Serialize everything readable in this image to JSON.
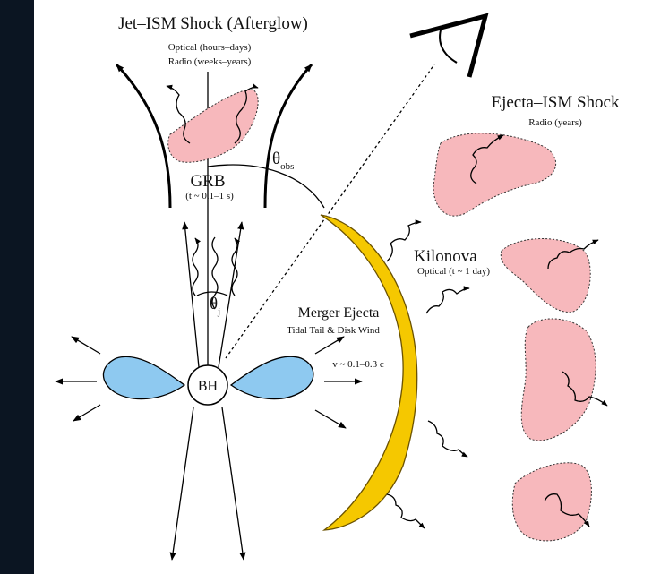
{
  "labels": {
    "jet_ism_title": "Jet–ISM Shock (Afterglow)",
    "jet_optical": "Optical (hours–days)",
    "jet_radio": "Radio (weeks–years)",
    "grb": "GRB",
    "grb_time": "(t ~ 0.1–1 s)",
    "theta_obs_base": "θ",
    "theta_obs_sub": "obs",
    "theta_j_base": "θ",
    "theta_j_sub": "j",
    "ejecta_ism_title": "Ejecta–ISM Shock",
    "ejecta_radio": "Radio (years)",
    "kilonova": "Kilonova",
    "kilonova_optical": "Optical (t ~ 1 day)",
    "merger_ejecta": "Merger Ejecta",
    "tidal_tail": "Tidal Tail & Disk Wind",
    "velocity": "v ~ 0.1–0.3 c",
    "bh": "BH"
  },
  "colors": {
    "background": "#0b1522",
    "panel": "#ffffff",
    "shock_fill": "#f7b8bc",
    "torus_fill": "#8ec9f0",
    "kilonova_fill": "#f5c800",
    "kilonova_stroke": "#6b5200"
  }
}
